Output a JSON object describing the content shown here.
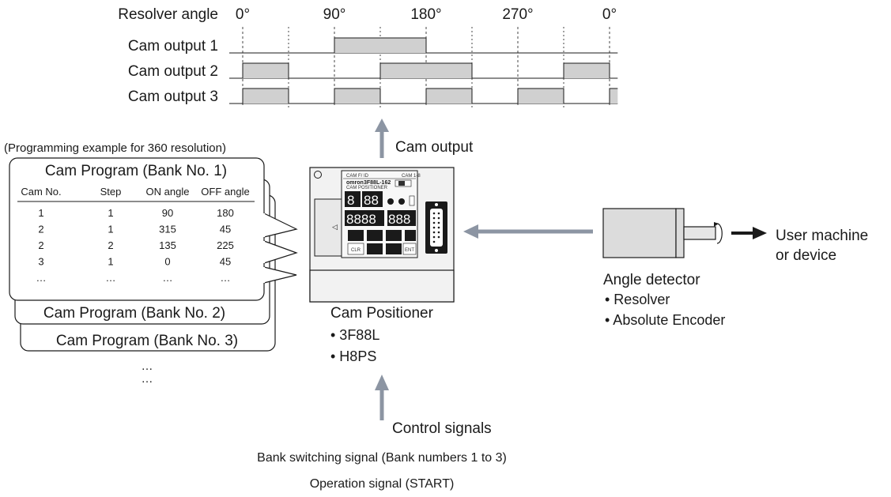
{
  "timing": {
    "axis_label": "Resolver angle",
    "ticks": [
      "0°",
      "90°",
      "180°",
      "270°",
      "0°"
    ],
    "rows": [
      {
        "label": "Cam output 1",
        "on_ranges": [
          [
            90,
            180
          ]
        ]
      },
      {
        "label": "Cam output 2",
        "on_ranges": [
          [
            0,
            45
          ],
          [
            135,
            225
          ],
          [
            315,
            360
          ]
        ]
      },
      {
        "label": "Cam output 3",
        "on_ranges": [
          [
            0,
            45
          ],
          [
            90,
            135
          ],
          [
            180,
            225
          ],
          [
            270,
            315
          ],
          [
            360,
            375
          ]
        ]
      }
    ]
  },
  "program": {
    "note": "(Programming example for 360 resolution)",
    "bank1_title": "Cam Program (Bank No. 1)",
    "bank2_title": "Cam Program (Bank No. 2)",
    "bank3_title": "Cam Program (Bank No. 3)",
    "columns": [
      "Cam No.",
      "Step",
      "ON angle",
      "OFF angle"
    ],
    "rows": [
      [
        "1",
        "1",
        "90",
        "180"
      ],
      [
        "2",
        "1",
        "315",
        "45"
      ],
      [
        "2",
        "2",
        "135",
        "225"
      ],
      [
        "3",
        "1",
        "0",
        "45"
      ],
      [
        "…",
        "…",
        "…",
        "…"
      ]
    ],
    "more_banks": "…"
  },
  "positioner": {
    "cam_output_label": "Cam output",
    "title": "Cam Positioner",
    "models": [
      "• 3F88L",
      "• H8PS"
    ],
    "control_signals_label": "Control signals",
    "bank_switching": "Bank switching signal (Bank numbers 1 to 3)",
    "operation": "Operation signal (START)",
    "panel": {
      "brand": "omron",
      "model": "3F88L-162",
      "subtitle": "CAM POSITIONER",
      "top_left": "CAM F/ ID",
      "top_right": "CAM 1-8",
      "seg_a": "8",
      "seg_b": "88",
      "seg_c": "8888",
      "seg_d": "888",
      "keys": [
        "CLR",
        "ENT"
      ]
    }
  },
  "detector": {
    "title": "Angle detector",
    "items": [
      "• Resolver",
      "• Absolute Encoder"
    ],
    "machine_line1": "User machine",
    "machine_line2": "or device"
  },
  "colors": {
    "cam_on_fill": "#d0d0d0",
    "arrow": "#8c95a3",
    "line": "#1a1a1a"
  }
}
